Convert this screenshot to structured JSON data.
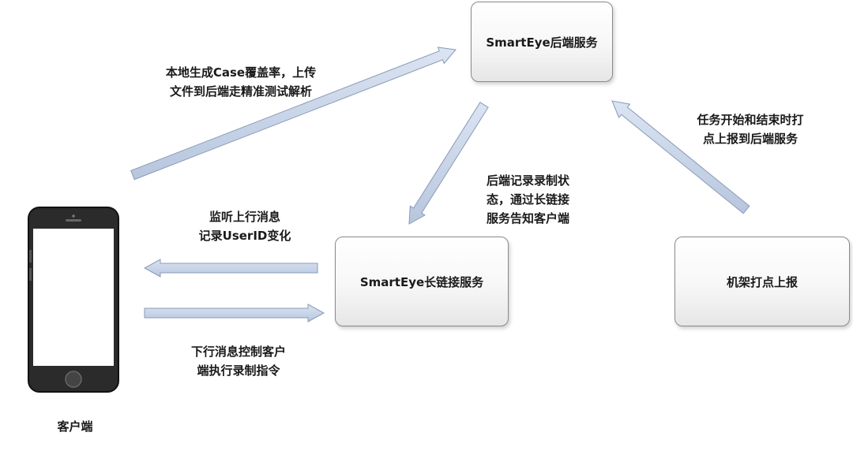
{
  "nodes": {
    "backend": "SmartEye后端服务",
    "longlink": "SmartEye长链接服务",
    "rack": "机架打点上报",
    "client": "客户端"
  },
  "edges": {
    "client_to_backend": [
      "本地生成Case覆盖率，上传",
      "文件到后端走精准测试解析"
    ],
    "backend_to_longlink": [
      "后端记录录制状",
      "态，通过长链接",
      "服务告知客户端"
    ],
    "rack_to_backend": [
      "任务开始和结束时打",
      "点上报到后端服务"
    ],
    "longlink_to_client": [
      "监听上行消息",
      "记录UserID变化"
    ],
    "client_to_longlink": [
      "下行消息控制客户",
      "端执行录制指令"
    ]
  },
  "colors": {
    "arrow_fill": "#c5d2e6",
    "arrow_stroke": "#8a9bb7",
    "phone_body": "#2b2b2b",
    "box_border": "#8a8a8a"
  }
}
